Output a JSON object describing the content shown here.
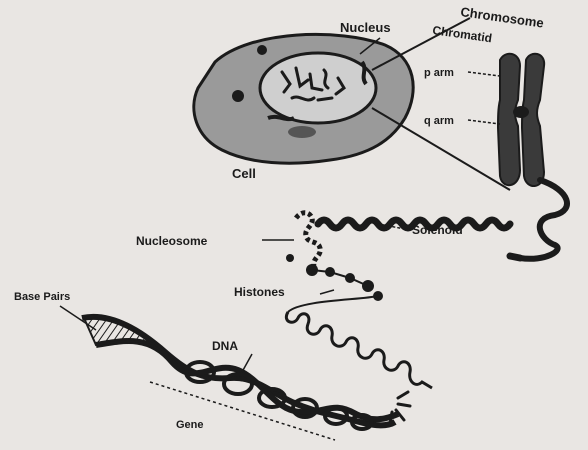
{
  "labels": {
    "chromosome": "Chromosome",
    "chromatid": "Chromatid",
    "nucleus": "Nucleus",
    "p_arm": "p arm",
    "q_arm": "q arm",
    "cell": "Cell",
    "nucleosome": "Nucleosome",
    "solenoid": "Solenoid",
    "histones": "Histones",
    "base_pairs": "Base Pairs",
    "dna": "DNA",
    "gene": "Gene"
  },
  "colors": {
    "background": "#e9e6e3",
    "ink": "#1b1b1b",
    "cell_fill": "#9a9a9a",
    "nucleus_fill": "#cfcfcf"
  }
}
